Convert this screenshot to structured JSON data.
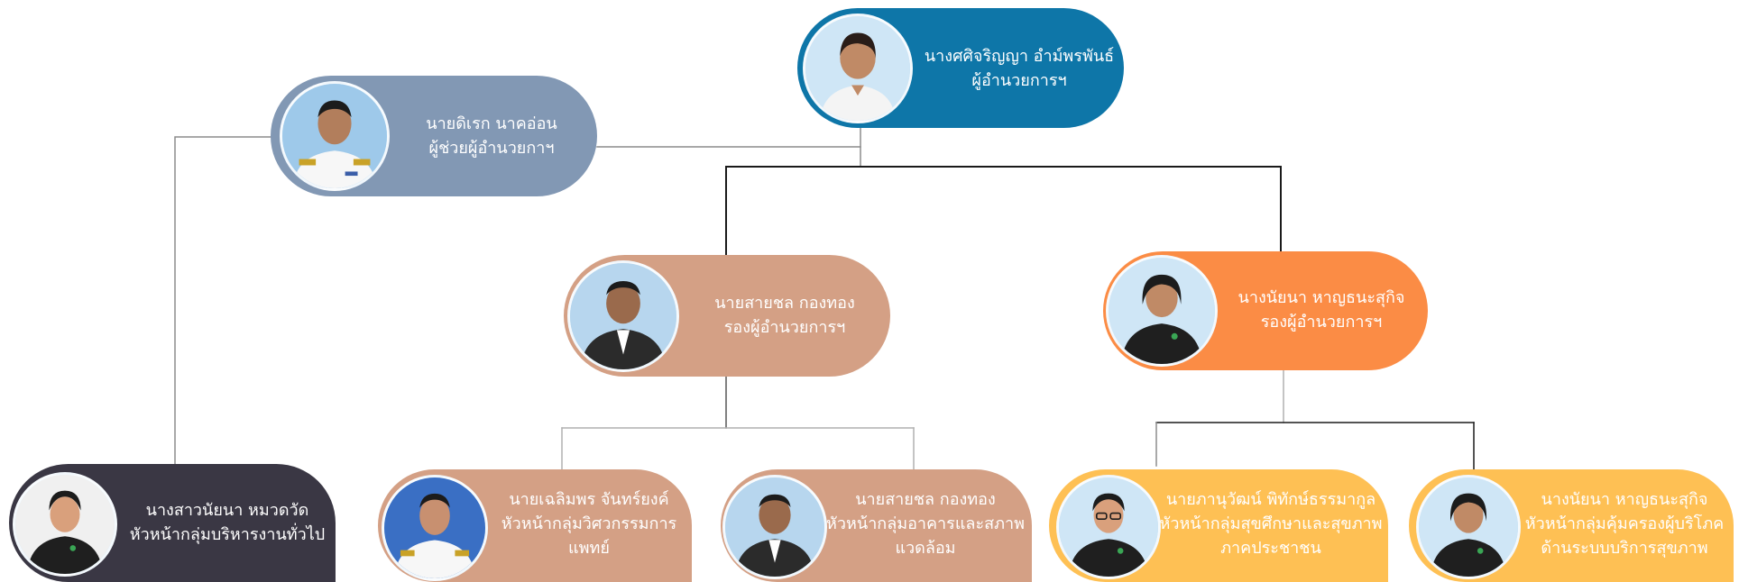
{
  "director": {
    "name": "นางศศิจริญญา อำม์พรพันธ์",
    "title": "ผู้อำนวยการฯ"
  },
  "assistant": {
    "name": "นายดิเรก นาคอ่อน",
    "title": "ผู้ช่วยผู้อำนวยกาฯ"
  },
  "deputy_left": {
    "name": "นายสายชล กองทอง",
    "title": "รองผู้อำนวยการฯ"
  },
  "deputy_right": {
    "name": "นางนัยนา หาญธนะสุกิจ",
    "title": "รองผู้อำนวยการฯ"
  },
  "head_general": {
    "name": "นางสาวนัยนา หมวดวัด",
    "title": "หัวหน้ากลุ่มบริหารงานทั่วไป"
  },
  "head_engineering": {
    "name": "นายเฉลิมพร จันทร์ยงค์",
    "title_1": "หัวหน้ากลุ่มวิศวกรรมการ",
    "title_2": "แพทย์"
  },
  "head_building": {
    "name": "นายสายชล กองทอง",
    "title_1": "หัวหน้ากลุ่มอาคารและสภาพ",
    "title_2": "แวดล้อม"
  },
  "head_health_edu": {
    "name": "นายภานุวัฒน์ พิทักษ์ธรรมากูล",
    "title_1": "หัวหน้ากลุ่มสุขศึกษาและสุขภาพ",
    "title_2": "ภาคประชาชน"
  },
  "head_consumer": {
    "name": "นางนัยนา หาญธนะสุกิจ",
    "title_1": "หัวหน้ากลุ่มคุ้มครองผู้บริโภค",
    "title_2": "ด้านระบบบริการสุขภาพ"
  },
  "colors": {
    "director": "#0e76a8",
    "assistant": "#8298b4",
    "deputy_left": "#d4a085",
    "deputy_right": "#fb8c45",
    "head_general": "#3a3744",
    "head_left_group": "#d4a085",
    "head_right_group": "#fec054"
  }
}
